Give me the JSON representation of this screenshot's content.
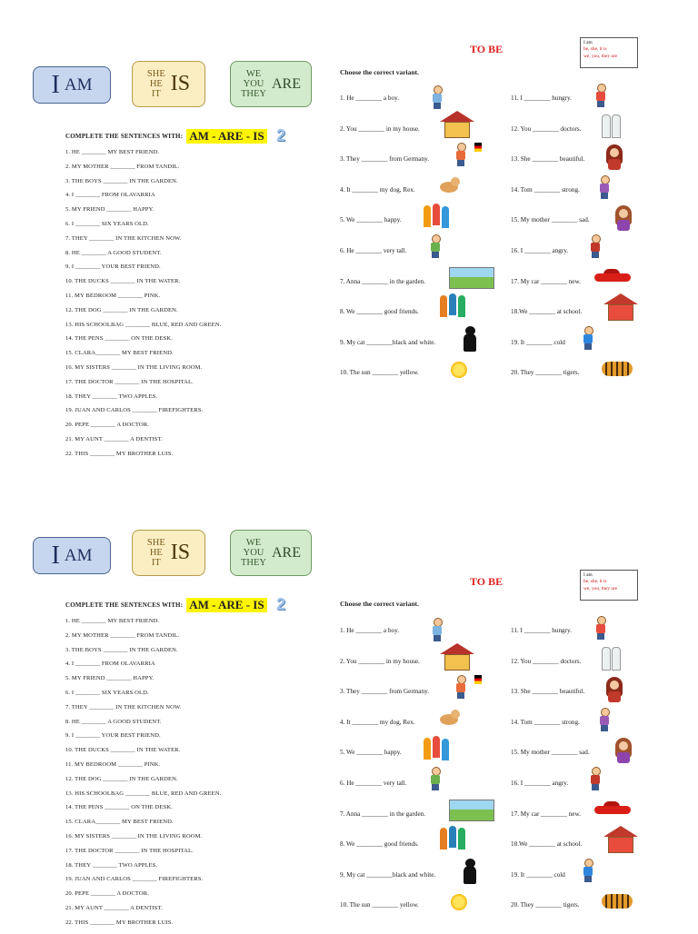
{
  "pronouns": {
    "am": {
      "i": "I",
      "verb": "AM"
    },
    "is": {
      "pronouns": [
        "SHE",
        "HE",
        "IT"
      ],
      "verb": "IS"
    },
    "are": {
      "pronouns": [
        "WE",
        "YOU",
        "THEY"
      ],
      "verb": "ARE"
    }
  },
  "left": {
    "instruction": "COMPLETE THE SENTENCES WITH:",
    "highlight": "AM - ARE - IS",
    "badge": "2",
    "sentences": [
      "1.  HE ________ MY BEST FRIEND.",
      "2.  MY MOTHER ________ FROM TANDIL.",
      "3.  THE BOYS ________ IN THE GARDEN.",
      "4.  I ________ FROM OLAVARRIA",
      "5.  MY FRIEND ________ HAPPY.",
      "6.  I ________ SIX YEARS OLD.",
      "7.  THEY ________ IN THE KITCHEN NOW.",
      "8.  HE ________ A GOOD STUDENT.",
      "9.  I ________ YOUR BEST FRIEND.",
      "10.  THE DUCKS ________ IN THE WATER.",
      "11.  MY BEDROOM ________ PINK.",
      "12.  THE DOG ________ IN THE GARDEN.",
      "13.  HIS SCHOOLBAG ________ BLUE, RED AND GREEN.",
      "14.  THE PENS ________ ON THE DESK.",
      "15.  CLARA________ MY BEST FRIEND.",
      "16.  MY SISTERS ________ IN THE LIVING ROOM.",
      "17.  THE DOCTOR ________ IN THE HOSPITAL.",
      "18.  THEY ________ TWO APPLES.",
      "19.  JUAN AND CARLOS ________ FIREFIGHTERS.",
      "20.  PEPE ________ A DOCTOR.",
      "21.  MY AUNT ________ A DENTIST.",
      "22.  THIS ________ MY BROTHER LUIS."
    ]
  },
  "right": {
    "title": "TO BE",
    "legend": [
      "I am",
      "he, she, it is",
      "we, you, they are"
    ],
    "instruction": "Choose the correct variant.",
    "col1": [
      "1.  He ________ a boy.",
      "2.  You ________ in my house.",
      "3.  They ________ from Germany.",
      "4.  It ________ my dog, Rex.",
      "5.  We ________ happy.",
      "6.  He ________ very tall.",
      "7.  Anna ________ in the garden.",
      "8.  We ________ good friends.",
      "9.  My cat ________black and white.",
      "10. The sun ________ yellow."
    ],
    "col2": [
      "11. I ________ hungry.",
      "12. You ________ doctors.",
      "13. She ________ beautiful.",
      "14. Tom ________ strong.",
      "15. My mother ________ sad.",
      "16. I ________ angry.",
      "17. My car ________ new.",
      "18.We ________ at school.",
      "19. It ________ cold",
      "20. They ________ tigers."
    ]
  }
}
